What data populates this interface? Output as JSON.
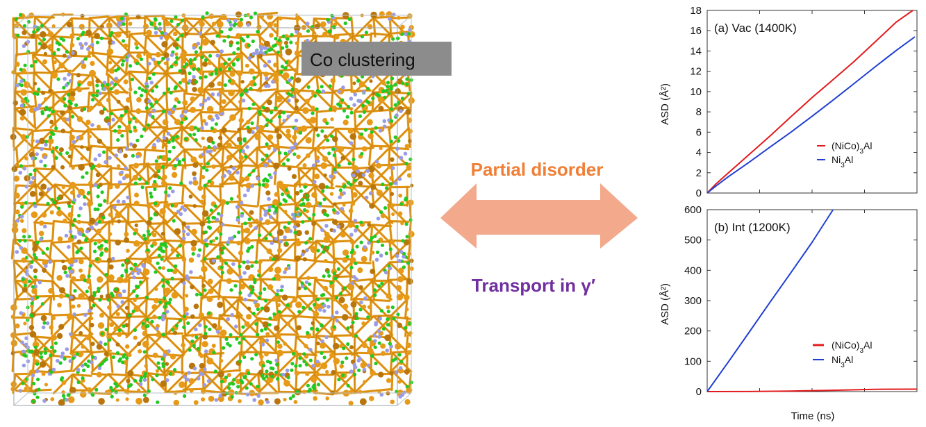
{
  "figure": {
    "structure_label": "Co clustering",
    "arrow_top_label": "Partial disorder",
    "arrow_bottom_label": "Transport in γ′",
    "colors": {
      "atom_co": "#e79a18",
      "atom_co_dark": "#b8760c",
      "atom_al": "#22c922",
      "atom_ni": "#9a9be6",
      "label_box": "#8c8c8c",
      "label_text": "#f2b22a",
      "arrow_fill": "#f2a98c",
      "arrow_top_text": "#f07f35",
      "arrow_bottom_text": "#7030a0",
      "series_nico3al": "#e31a1c",
      "series_ni3al": "#1f3fd0"
    }
  },
  "chart_data": [
    {
      "type": "line",
      "panel_label": "(a) Vac (1400K)",
      "ylabel": "ASD (Å²)",
      "xlabel": "",
      "ylim": [
        0,
        18
      ],
      "yticks": [
        "0",
        "2",
        "4",
        "6",
        "8",
        "10",
        "12",
        "14",
        "16",
        "18"
      ],
      "xlim": [
        0,
        1
      ],
      "grid": false,
      "legend": "right",
      "series": [
        {
          "name": "(NiCo)3Al",
          "color": "#e31a1c",
          "x": [
            0,
            0.04,
            0.1,
            0.2,
            0.3,
            0.4,
            0.5,
            0.6,
            0.7,
            0.8,
            0.9,
            0.98
          ],
          "y": [
            0,
            0.9,
            2.0,
            3.8,
            5.6,
            7.5,
            9.4,
            11.2,
            13.0,
            14.9,
            16.8,
            18.0
          ]
        },
        {
          "name": "Ni3Al",
          "color": "#1f3fd0",
          "x": [
            0,
            0.04,
            0.1,
            0.2,
            0.3,
            0.4,
            0.5,
            0.6,
            0.7,
            0.8,
            0.9,
            0.99
          ],
          "y": [
            0,
            0.7,
            1.6,
            3.0,
            4.5,
            6.0,
            7.6,
            9.2,
            10.8,
            12.4,
            14.0,
            15.4
          ]
        }
      ]
    },
    {
      "type": "line",
      "panel_label": "(b) Int (1200K)",
      "ylabel": "ASD (Å²)",
      "xlabel": "Time (ns)",
      "ylim": [
        0,
        600
      ],
      "yticks": [
        "0",
        "100",
        "200",
        "300",
        "400",
        "500",
        "600"
      ],
      "xlim": [
        0,
        1
      ],
      "grid": false,
      "legend": "bottom-right",
      "series": [
        {
          "name": "(NiCo)3Al",
          "color": "#e31a1c",
          "x": [
            0,
            0.2,
            0.4,
            0.6,
            0.8,
            1.0
          ],
          "y": [
            0,
            1.5,
            3,
            4.5,
            6.5,
            8
          ]
        },
        {
          "name": "Ni3Al",
          "color": "#1f3fd0",
          "x": [
            0,
            0.1,
            0.2,
            0.3,
            0.4,
            0.5,
            0.6
          ],
          "y": [
            0,
            98,
            196,
            294,
            392,
            492,
            600
          ]
        }
      ]
    }
  ]
}
